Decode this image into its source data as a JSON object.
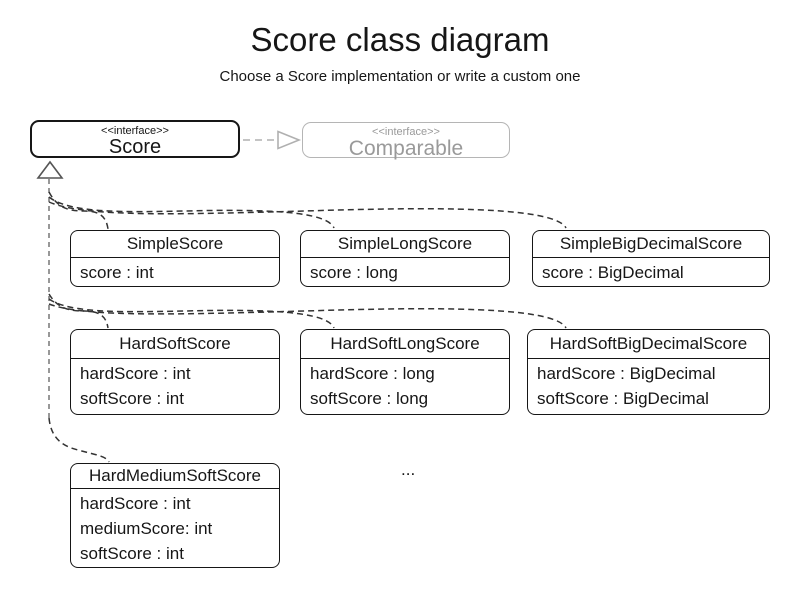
{
  "title": "Score class diagram",
  "subtitle": "Choose a Score implementation or write a custom one",
  "interfaces": {
    "score": {
      "stereotype": "<<interface>>",
      "name": "Score"
    },
    "comparable": {
      "stereotype": "<<interface>>",
      "name": "Comparable"
    }
  },
  "classes": [
    {
      "name": "SimpleScore",
      "attributes": [
        "score : int"
      ]
    },
    {
      "name": "SimpleLongScore",
      "attributes": [
        "score : long"
      ]
    },
    {
      "name": "SimpleBigDecimalScore",
      "attributes": [
        "score : BigDecimal"
      ]
    },
    {
      "name": "HardSoftScore",
      "attributes": [
        "hardScore : int",
        "softScore : int"
      ]
    },
    {
      "name": "HardSoftLongScore",
      "attributes": [
        "hardScore : long",
        "softScore : long"
      ]
    },
    {
      "name": "HardSoftBigDecimalScore",
      "attributes": [
        "hardScore : BigDecimal",
        "softScore : BigDecimal"
      ]
    },
    {
      "name": "HardMediumSoftScore",
      "attributes": [
        "hardScore : int",
        "mediumScore: int",
        "softScore : int"
      ]
    }
  ],
  "ellipsis": "...",
  "colors": {
    "bg": "#ffffff",
    "ink": "#161616",
    "line": "#333333",
    "guide": "#777777",
    "muted": "#9a9a9a",
    "mutedBorder": "#b5b5b5"
  }
}
